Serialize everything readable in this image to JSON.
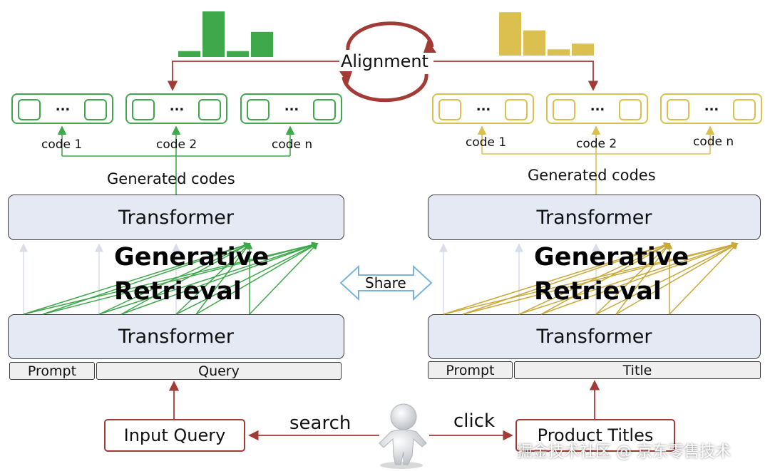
{
  "colors": {
    "green": "#3ea84a",
    "yellow": "#dcc04f",
    "red_arrow": "#a23a35",
    "block_fill": "#e4e9f4",
    "faint_arrow": "#d8ddea",
    "share_arrow": "#7ab3db"
  },
  "alignment": {
    "label": "Alignment"
  },
  "left": {
    "codes": [
      "code 1",
      "code 2",
      "code n"
    ],
    "code_dots": "...",
    "generated": "Generated codes",
    "transformer_top": "Transformer",
    "generative": "Generative",
    "retrieval": "Retrieval",
    "transformer_bottom": "Transformer",
    "prompt": "Prompt",
    "input_segment": "Query",
    "histogram": [
      0.13,
      1.0,
      0.13,
      0.55
    ]
  },
  "right": {
    "codes": [
      "code 1",
      "code 2",
      "code n"
    ],
    "code_dots": "...",
    "generated": "Generated codes",
    "transformer_top": "Transformer",
    "generative": "Generative",
    "retrieval": "Retrieval",
    "transformer_bottom": "Transformer",
    "prompt": "Prompt",
    "input_segment": "Title",
    "histogram": [
      0.98,
      0.57,
      0.14,
      0.27
    ]
  },
  "share": {
    "label": "Share"
  },
  "bottom": {
    "input_query": "Input Query",
    "product_titles": "Product Titles",
    "search": "search",
    "click": "click",
    "user_icon": "user-figure-icon"
  },
  "watermark": "掘金技术社区 @ 京东零售技术"
}
